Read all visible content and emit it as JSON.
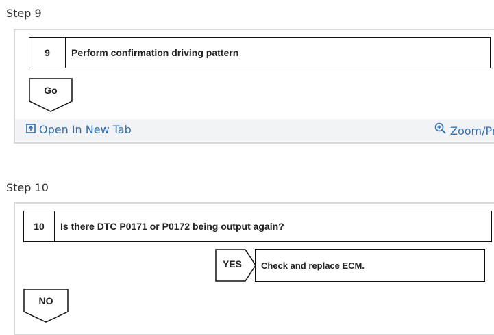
{
  "step9": {
    "heading": "Step 9",
    "number": "9",
    "text": "Perform confirmation driving pattern",
    "go_label": "Go",
    "open_new_tab": "Open In New Tab",
    "zoom": "Zoom/Print"
  },
  "step10": {
    "heading": "Step 10",
    "number": "10",
    "text": "Is there DTC P0171 or P0172 being output again?",
    "yes_label": "YES",
    "yes_result": "Check and replace ECM.",
    "no_label": "NO"
  },
  "colors": {
    "link": "#2f6fb6",
    "toolbar_bg": "#f1f3f6",
    "card_border": "#d9d9d9"
  },
  "icons": [
    "open-in-new-tab-icon",
    "zoom-in-icon",
    "go-pentagon-icon",
    "yes-arrow-icon",
    "no-pentagon-icon"
  ]
}
